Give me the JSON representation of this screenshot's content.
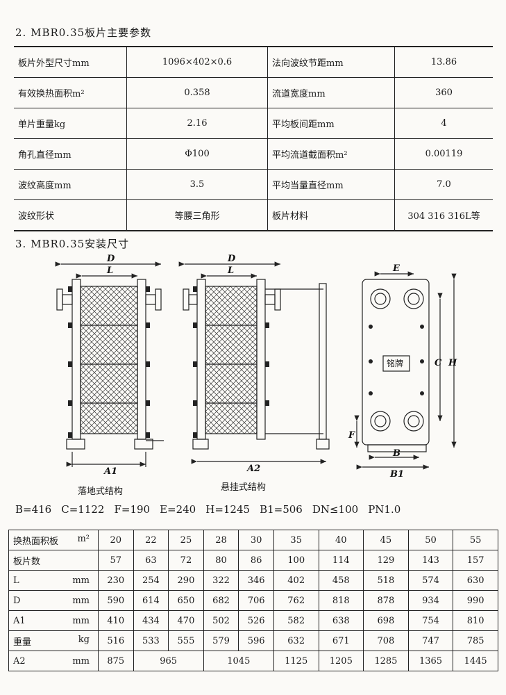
{
  "section2_title": "2. MBR0.35板片主要参数",
  "params": [
    [
      "板片外型尺寸mm",
      "1096×402×0.6",
      "法向波纹节距mm",
      "13.86"
    ],
    [
      "有效换热面积m²",
      "0.358",
      "流道宽度mm",
      "360"
    ],
    [
      "单片重量kg",
      "2.16",
      "平均板间距mm",
      "4"
    ],
    [
      "角孔直径mm",
      "Φ100",
      "平均流道截面积m²",
      "0.00119"
    ],
    [
      "波纹高度mm",
      "3.5",
      "平均当量直径mm",
      "7.0"
    ],
    [
      "波纹形状",
      "等腰三角形",
      "板片材料",
      "304    316    316L等"
    ]
  ],
  "section3_title": "3. MBR0.35安装尺寸",
  "drawing": {
    "label_D": "D",
    "label_L": "L",
    "label_A1": "A1",
    "label_A2": "A2",
    "label_E": "E",
    "label_C": "C",
    "label_H": "H",
    "label_F": "F",
    "label_B": "B",
    "label_B1": "B1",
    "nameplate": "铭牌",
    "caption_floor": "落地式结构",
    "caption_hang": "悬挂式结构"
  },
  "constants": [
    "B=416",
    "C=1122",
    "F=190",
    "E=240",
    "H=1245",
    "B1=506",
    "DN≤100",
    "PN1.0"
  ],
  "dims_table": {
    "rows": [
      {
        "label": "换热面积板",
        "unit": "m²",
        "cells": [
          "20",
          "22",
          "25",
          "28",
          "30",
          "35",
          "40",
          "45",
          "50",
          "55"
        ]
      },
      {
        "label": "板片数",
        "unit": "",
        "cells": [
          "57",
          "63",
          "72",
          "80",
          "86",
          "100",
          "114",
          "129",
          "143",
          "157"
        ]
      },
      {
        "label": "L",
        "unit": "mm",
        "cells": [
          "230",
          "254",
          "290",
          "322",
          "346",
          "402",
          "458",
          "518",
          "574",
          "630"
        ]
      },
      {
        "label": "D",
        "unit": "mm",
        "cells": [
          "590",
          "614",
          "650",
          "682",
          "706",
          "762",
          "818",
          "878",
          "934",
          "990"
        ]
      },
      {
        "label": "A1",
        "unit": "mm",
        "cells": [
          "410",
          "434",
          "470",
          "502",
          "526",
          "582",
          "638",
          "698",
          "754",
          "810"
        ]
      },
      {
        "label": "重量",
        "unit": "kg",
        "cells": [
          "516",
          "533",
          "555",
          "579",
          "596",
          "632",
          "671",
          "708",
          "747",
          "785"
        ]
      }
    ],
    "a2_row": {
      "label": "A2",
      "unit": "mm",
      "cells": [
        {
          "v": "875",
          "span": 1
        },
        {
          "v": "965",
          "span": 2
        },
        {
          "v": "1045",
          "span": 2
        },
        {
          "v": "1125",
          "span": 1
        },
        {
          "v": "1205",
          "span": 1
        },
        {
          "v": "1285",
          "span": 1
        },
        {
          "v": "1365",
          "span": 1
        },
        {
          "v": "1445",
          "span": 1
        }
      ]
    }
  }
}
